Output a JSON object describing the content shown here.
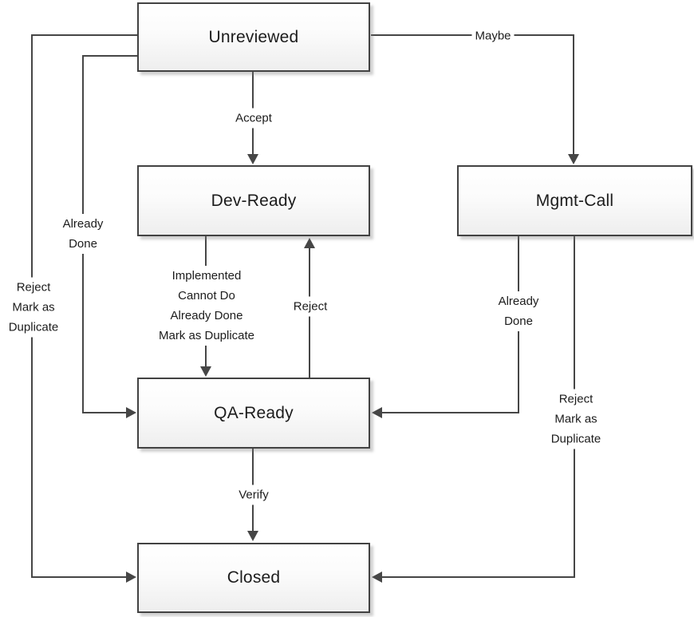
{
  "diagram_type": "workflow-state-flowchart",
  "colors": {
    "background": "#ffffff",
    "connector": "#464646",
    "node_border": "#424242",
    "node_fill_top": "#ffffff",
    "node_fill_bottom": "#eeeeee",
    "text": "#1c1c1c"
  },
  "nodes": {
    "unreviewed": {
      "label": "Unreviewed"
    },
    "dev_ready": {
      "label": "Dev-Ready"
    },
    "mgmt_call": {
      "label": "Mgmt-Call"
    },
    "qa_ready": {
      "label": "QA-Ready"
    },
    "closed": {
      "label": "Closed"
    }
  },
  "edges": {
    "accept": {
      "from": "Unreviewed",
      "to": "Dev-Ready",
      "label": "Accept"
    },
    "maybe": {
      "from": "Unreviewed",
      "to": "Mgmt-Call",
      "label": "Maybe"
    },
    "unreviewed_to_closed": {
      "from": "Unreviewed",
      "to": "Closed",
      "label": "Reject\nMark as\nDuplicate"
    },
    "unreviewed_to_qa": {
      "from": "Unreviewed",
      "to": "QA-Ready",
      "label": "Already\nDone"
    },
    "dev_to_qa": {
      "from": "Dev-Ready",
      "to": "QA-Ready",
      "label": "Implemented\nCannot Do\nAlready Done\nMark as Duplicate"
    },
    "qa_to_dev": {
      "from": "QA-Ready",
      "to": "Dev-Ready",
      "label": "Reject"
    },
    "mgmt_to_qa": {
      "from": "Mgmt-Call",
      "to": "QA-Ready",
      "label": "Already\nDone"
    },
    "mgmt_to_closed": {
      "from": "Mgmt-Call",
      "to": "Closed",
      "label": "Reject\nMark as\nDuplicate"
    },
    "qa_to_closed": {
      "from": "QA-Ready",
      "to": "Closed",
      "label": "Verify"
    }
  }
}
